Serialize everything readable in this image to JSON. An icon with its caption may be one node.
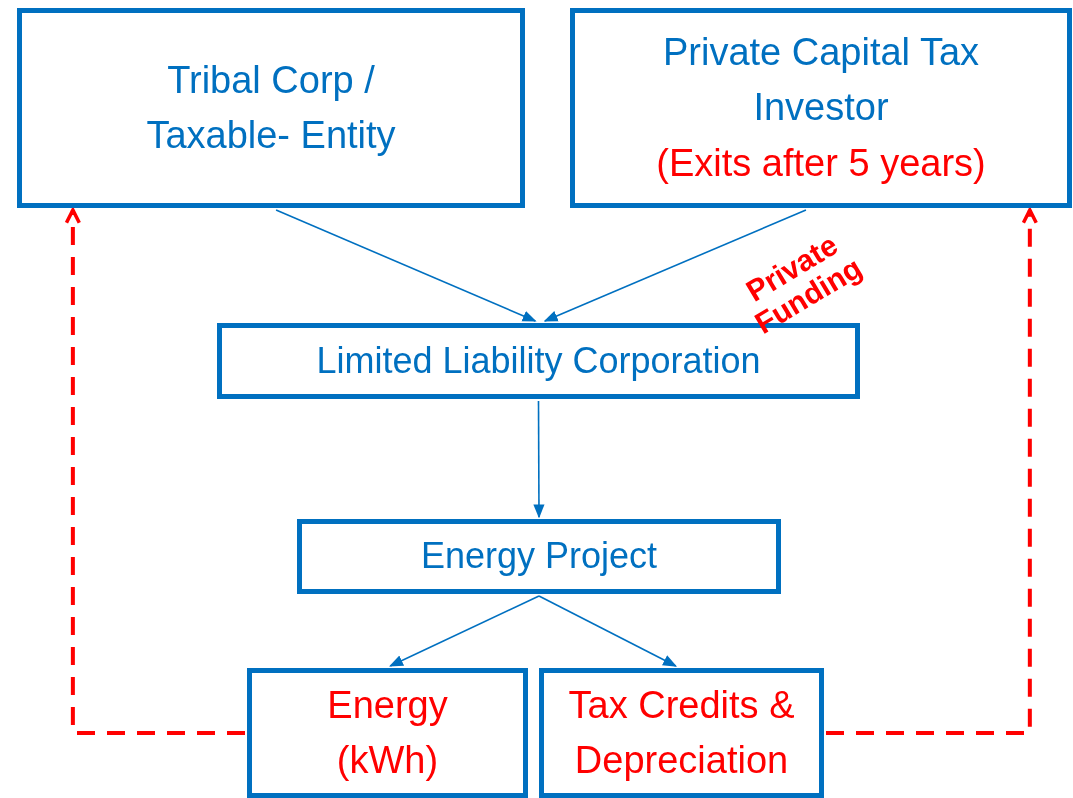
{
  "diagram": {
    "nodes": [
      {
        "text": [
          "Tribal Corp / Taxable- Entity"
        ]
      },
      {
        "text": [
          "Private Capital Tax Investor",
          "(Exits after 5 years)"
        ]
      },
      {
        "text": [
          "Limited Liability Corporation"
        ]
      },
      {
        "text": [
          "Energy Project"
        ]
      },
      {
        "text": [
          "Energy (kWh)"
        ]
      },
      {
        "text": [
          "Tax Credits & Depreciation"
        ]
      }
    ],
    "edges": [
      {
        "from": 0,
        "to": 2,
        "arrow": "to"
      },
      {
        "from": 1,
        "to": 2,
        "arrow": "to",
        "label": "Private Funding"
      },
      {
        "from": 2,
        "to": 3,
        "arrow": "to"
      },
      {
        "from": 3,
        "to": 4,
        "arrow": "to"
      },
      {
        "from": 3,
        "to": 5,
        "arrow": "to"
      },
      {
        "from": 4,
        "to": 0,
        "arrow": "to",
        "style": "dashed",
        "color": "#ff0000"
      },
      {
        "from": 5,
        "to": 1,
        "arrow": "to",
        "style": "dashed",
        "color": "#ff0000"
      }
    ]
  }
}
